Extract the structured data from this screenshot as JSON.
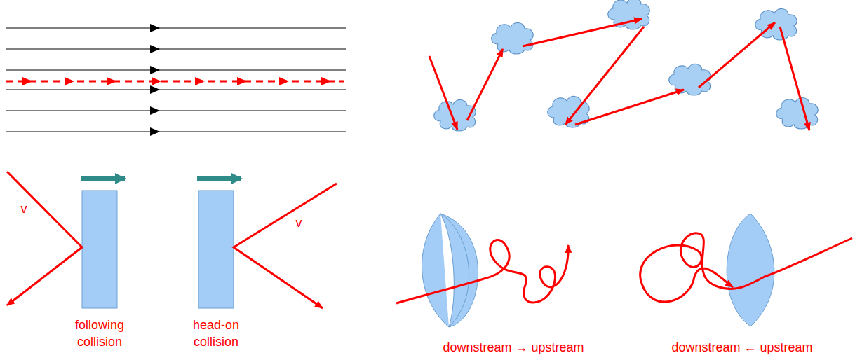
{
  "diagram": {
    "labels": [
      "v",
      "following collision",
      "v",
      "head-on collision",
      "downstream → upstream",
      "downstream ← upstream"
    ]
  }
}
